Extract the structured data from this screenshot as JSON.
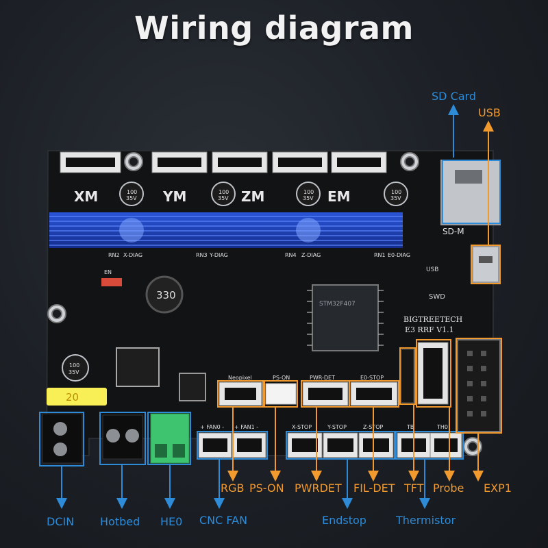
{
  "title": "Wiring diagram",
  "colors": {
    "blue": "#2d8bd8",
    "orange": "#f29a2e",
    "board": "#121416",
    "heatsink": "#1e46c8"
  },
  "board_text": {
    "model": "BIGTREETECH",
    "version": "E3 RRF V1.1",
    "sd_slot": "SD-M",
    "usb": "USB",
    "swd": "SWD",
    "mcu": "STM32F407",
    "ports": {
      "neopixel": "Neopixel",
      "ps_on": "PS-ON",
      "pwr_det": "PWR-DET",
      "e0_stop": "E0-STOP",
      "fan0": "+ FAN0 -",
      "fan1": "+ FAN1 -",
      "x_stop": "X-STOP",
      "y_stop": "Y-STOP",
      "z_stop": "Z-STOP",
      "tb": "TB",
      "th0": "TH0",
      "x_diag": "X-DIAG",
      "y_diag": "Y-DIAG",
      "z_diag": "Z-DIAG",
      "e0_diag": "E0-DIAG",
      "rn2": "RN2",
      "rn3": "RN3",
      "rn4": "RN4",
      "rn1": "RN1",
      "en": "EN"
    }
  },
  "labels": {
    "sd_card": "SD Card",
    "usb": "USB",
    "dcin": "DCIN",
    "hotbed": "Hotbed",
    "he0": "HE0",
    "cnc_fan": "CNC FAN",
    "rgb": "RGB",
    "ps_on": "PS-ON",
    "pwrdet": "PWRDET",
    "fil_det": "FIL-DET",
    "endstop": "Endstop",
    "tft": "TFT",
    "probe": "Probe",
    "thermistor": "Thermistor",
    "exp1": "EXP1"
  }
}
